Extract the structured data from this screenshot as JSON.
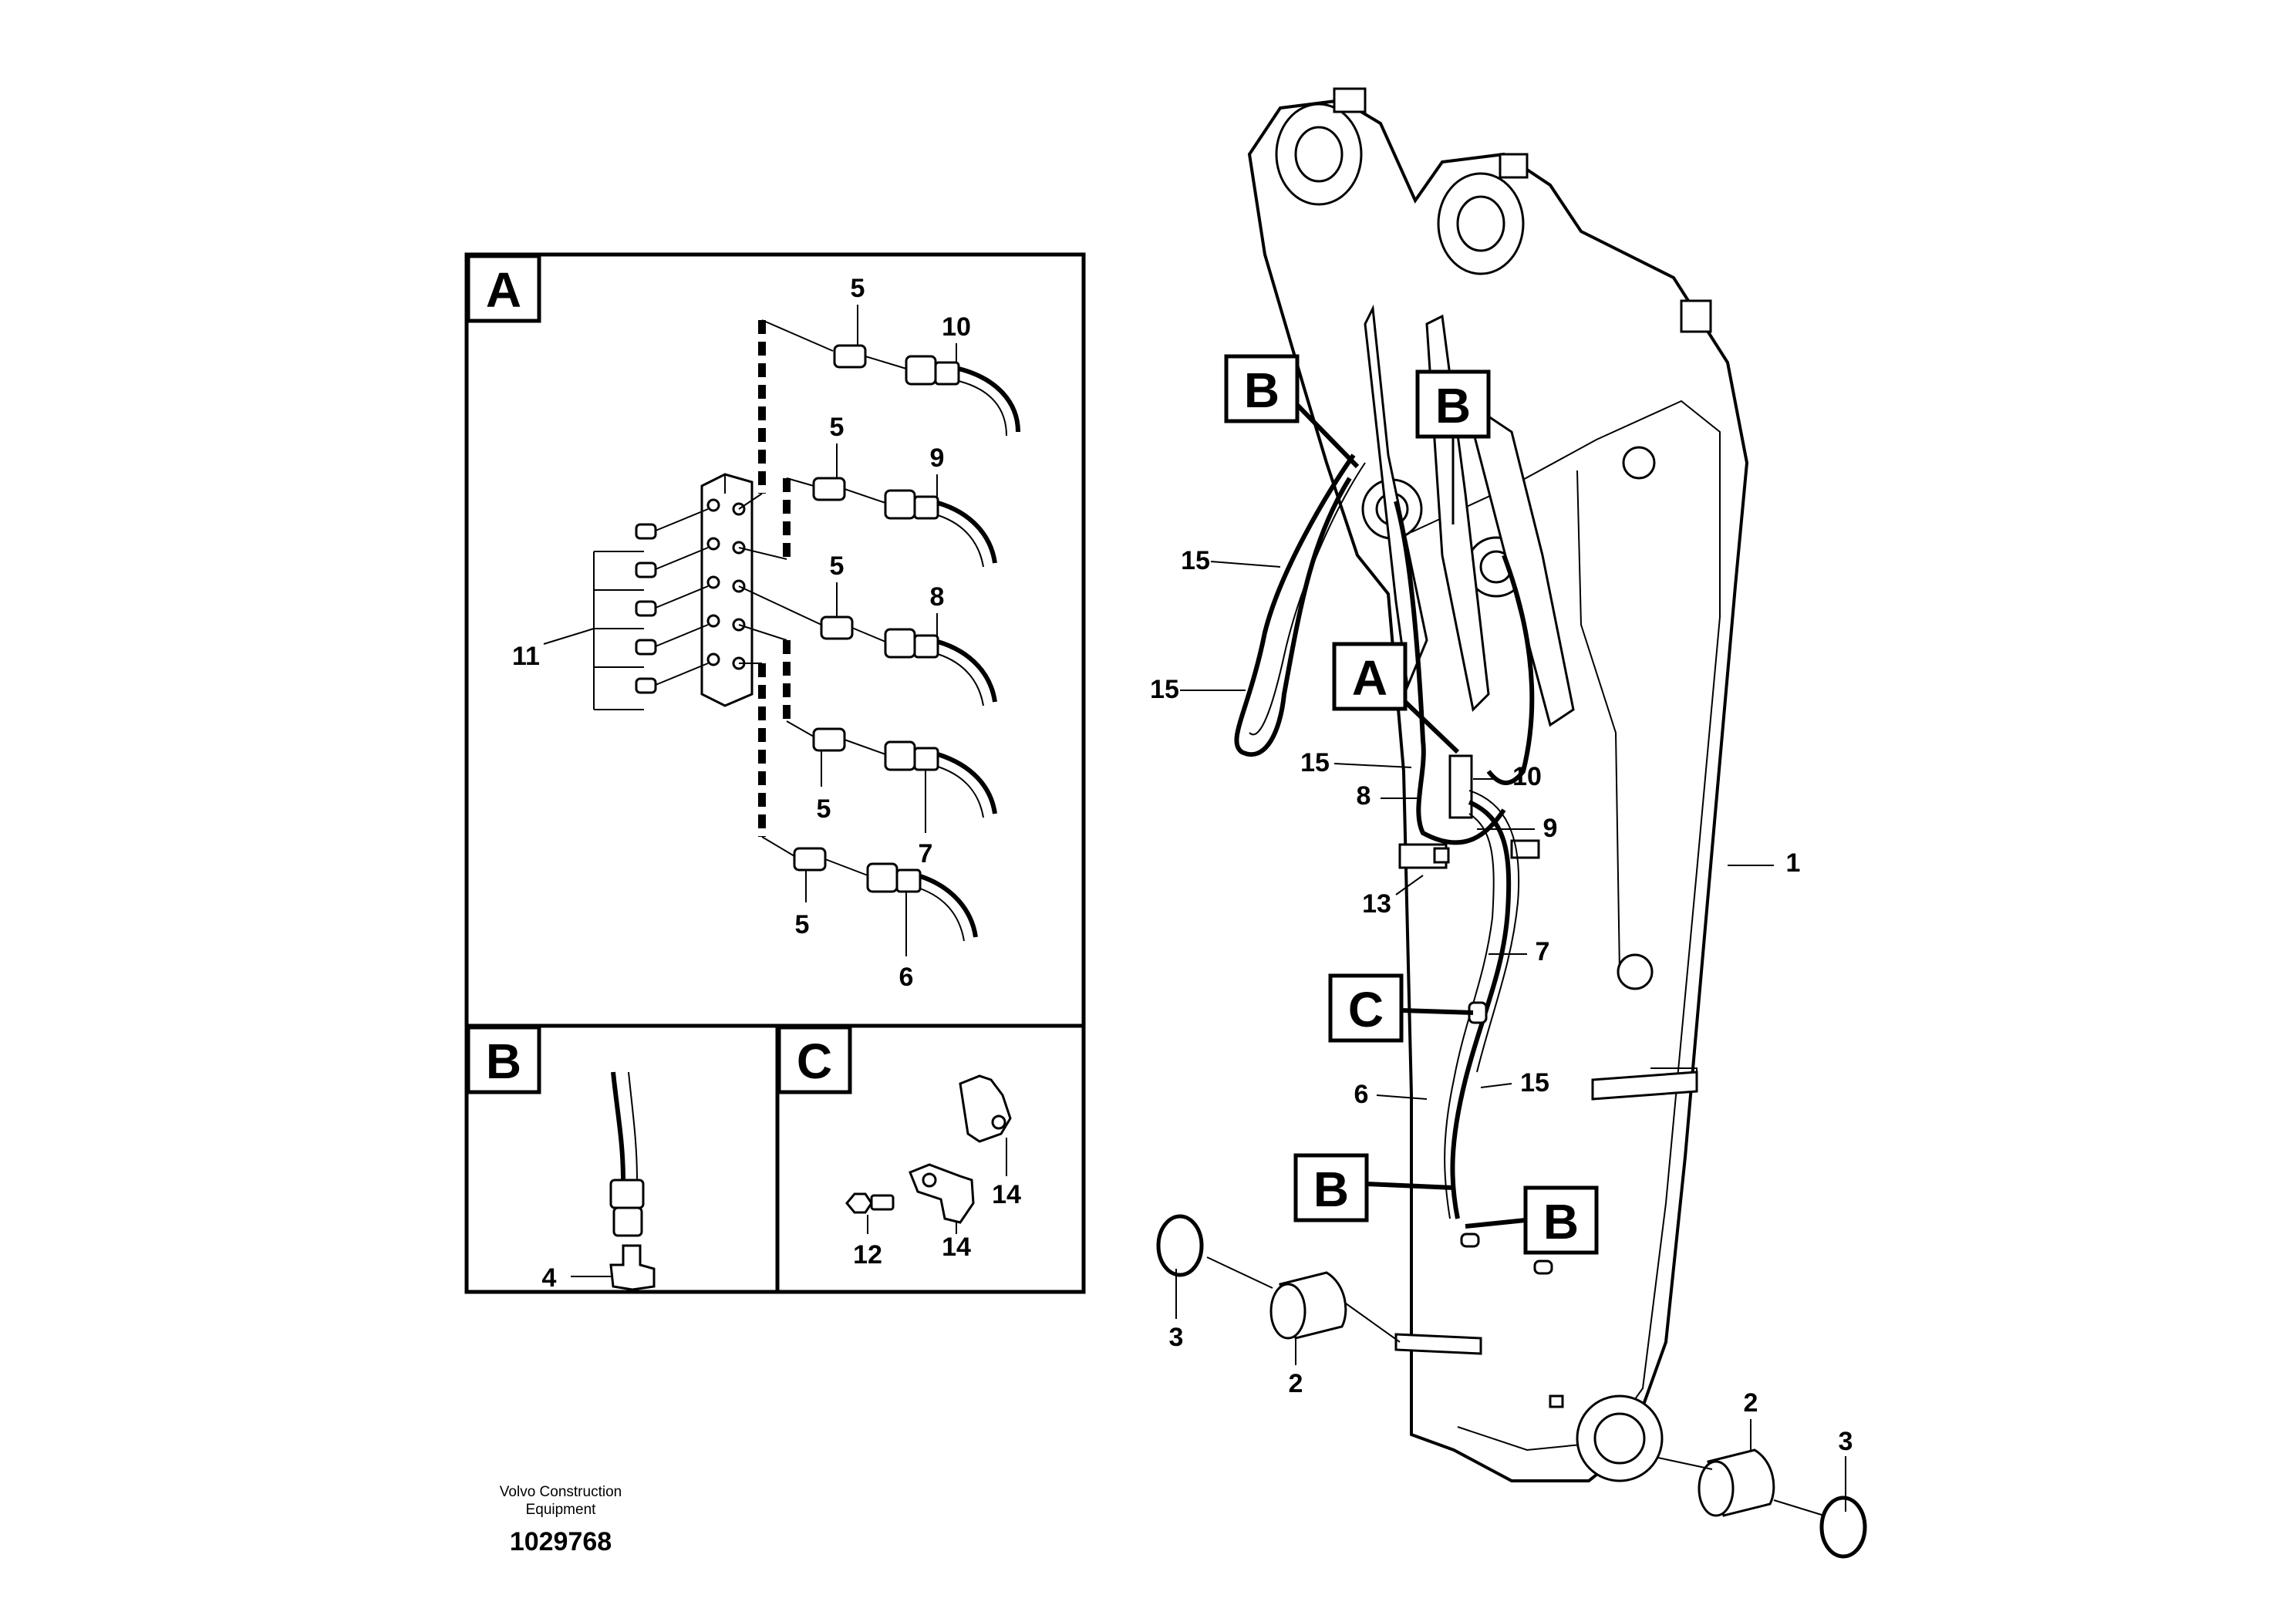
{
  "diagram": {
    "detail_A": {
      "tag": "A",
      "labels": [
        "5",
        "10",
        "5",
        "9",
        "5",
        "8",
        "11",
        "5",
        "7",
        "5",
        "6"
      ]
    },
    "detail_B": {
      "tag": "B",
      "labels": [
        "4"
      ]
    },
    "detail_C": {
      "tag": "C",
      "labels": [
        "12",
        "14",
        "14"
      ]
    },
    "main": {
      "tags": [
        "B",
        "B",
        "A",
        "C",
        "B",
        "B"
      ],
      "labels": [
        "15",
        "15",
        "15",
        "10",
        "8",
        "9",
        "13",
        "1",
        "7",
        "15",
        "6",
        "3",
        "2",
        "2",
        "3"
      ]
    },
    "footer": {
      "credit_line1": "Volvo Construction",
      "credit_line2": "Equipment",
      "doc_number": "1029768"
    }
  }
}
